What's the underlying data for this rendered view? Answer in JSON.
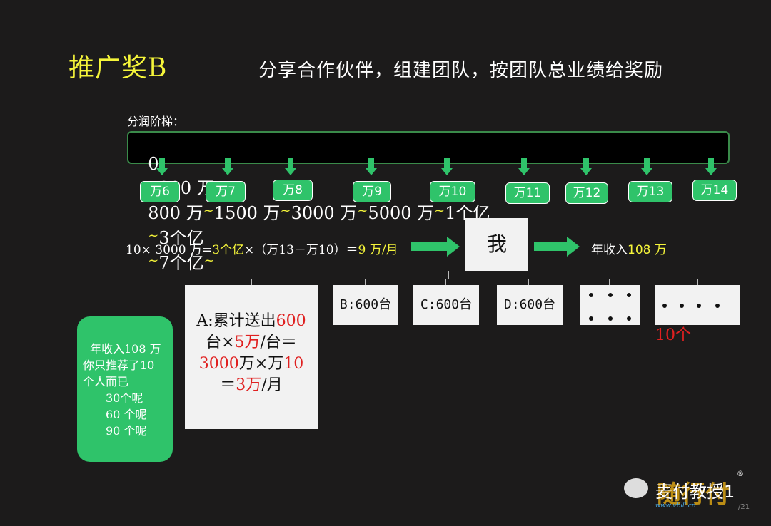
{
  "slide": {
    "title": "推广奖B",
    "subtitle": "分享合作伙伴，组建团队，按团队总业绩给奖励",
    "ladder_label": "分润阶梯：",
    "ladder_segments": [
      "0",
      "300 万",
      "800 万",
      "1500 万",
      "3000 万",
      "5000 万",
      "1个亿",
      "3个亿",
      "7个亿"
    ],
    "tilde": "~",
    "tiers": [
      "万6",
      "万7",
      "万8",
      "万9",
      "万10",
      "万11",
      "万12",
      "万13",
      "万14"
    ],
    "formula_prefix": "10× 3000 万=",
    "formula_highlight": "3个亿",
    "formula_middle": "×（万13－万10）＝",
    "formula_result": "9 万/月",
    "me_label": "我",
    "income_prefix": "年收入",
    "income_value": "108 万",
    "node_a_lines": [
      {
        "text": "A:累计送出",
        "red": "600"
      },
      {
        "text": "台×",
        "red": "5万",
        "tail": "/台＝"
      },
      {
        "red": "3000",
        "text": "万×万",
        "red2": "10"
      },
      {
        "text": "＝",
        "red": "3万",
        "tail": "/月"
      }
    ],
    "nodes": [
      "B:600台",
      "C:600台",
      "D:600台"
    ],
    "ten_label": "10个",
    "note_lines": [
      "年收入108 万",
      "你只推荐了10",
      "个人而已",
      "30个呢",
      "60 个呢",
      "90 个呢"
    ],
    "watermark": "麦付教授1",
    "watermark_logo": "随行付",
    "watermark_url": "www.vbill.cn",
    "registered_mark": "®",
    "page_number": "/21"
  },
  "colors": {
    "background": "#1c1b1b",
    "accent_yellow": "#f5f53a",
    "accent_green": "#2fc36a",
    "accent_red": "#e02020"
  }
}
